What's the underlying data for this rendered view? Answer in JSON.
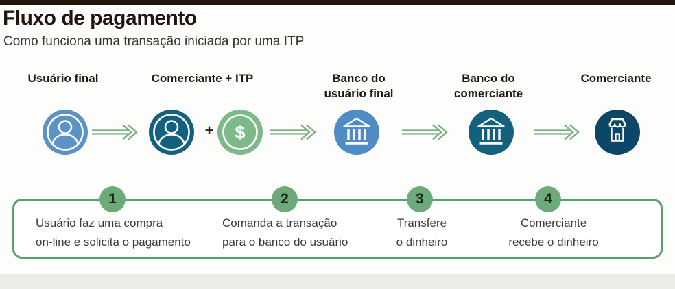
{
  "header": {
    "title": "Fluxo de pagamento",
    "subtitle": "Como funciona uma transação iniciada por uma ITP"
  },
  "flow": {
    "plus": "+",
    "dollar": "$",
    "arrow_icon": "double-line-arrow-icon",
    "columns": [
      {
        "id": "end-user",
        "line1": "Usuário final",
        "line2": "",
        "icon": "user-icon"
      },
      {
        "id": "merchant-itp",
        "line1": "Comerciante + ITP",
        "line2": "",
        "icon": "user-icon,dollar-icon"
      },
      {
        "id": "end-user-bank",
        "line1": "Banco do",
        "line2": "usuário final",
        "icon": "bank-icon"
      },
      {
        "id": "merchant-bank",
        "line1": "Banco do",
        "line2": "comerciante",
        "icon": "bank-icon"
      },
      {
        "id": "merchant",
        "line1": "Comerciante",
        "line2": "",
        "icon": "store-icon"
      }
    ]
  },
  "steps": [
    {
      "number": "1",
      "line1": "Usuário faz uma compra",
      "line2": "on-line e solicita o pagamento"
    },
    {
      "number": "2",
      "line1": "Comanda a transação",
      "line2": "para o banco do usuário"
    },
    {
      "number": "3",
      "line1": "Transfere",
      "line2": "o dinheiro"
    },
    {
      "number": "4",
      "line1": "Comerciante",
      "line2": "recebe o dinheiro"
    }
  ],
  "colors": {
    "top_bar": "#20160e",
    "title_text": "#20160e",
    "subtitle_text": "#38332f",
    "header_text": "#1d1813",
    "step_text": "#3b3b3b",
    "end_user_blue": "#5b92c8",
    "user_bank_blue": "#4f8bc5",
    "teal_dark": "#14607f",
    "navy_store": "#0d4666",
    "green_dollar": "#7db98a",
    "green_arrow": "#74ae80",
    "green_badge": "#6cab79",
    "green_box_border": "#56a16b",
    "bottom_strip": "#edebe7"
  }
}
